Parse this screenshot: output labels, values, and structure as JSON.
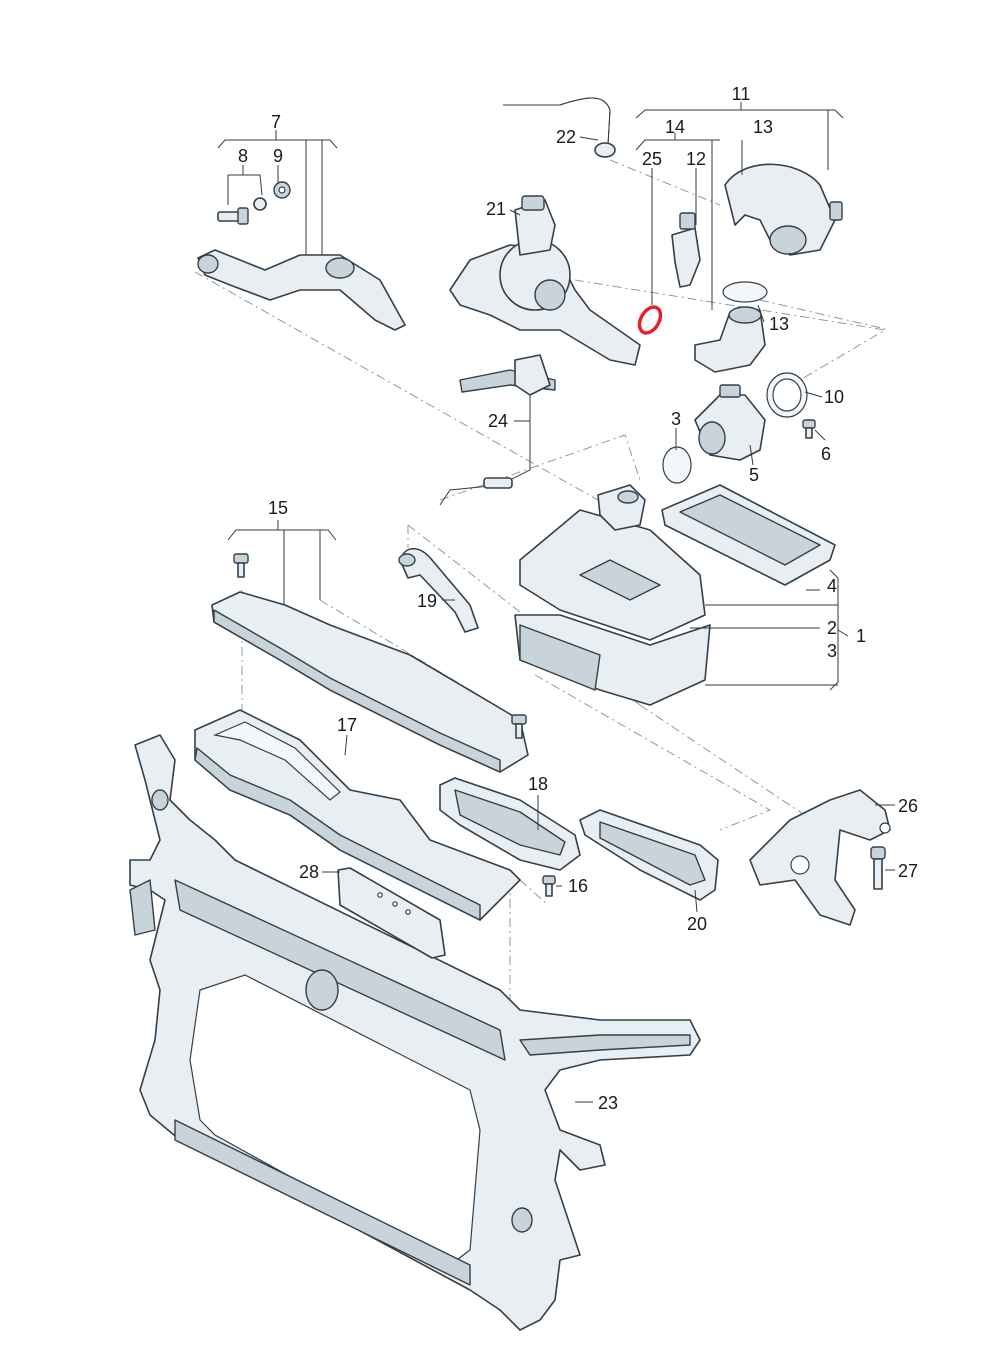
{
  "callouts": {
    "c1": "1",
    "c2": "2",
    "c3a": "3",
    "c3b": "3",
    "c4": "4",
    "c5": "5",
    "c6": "6",
    "c7": "7",
    "c8": "8",
    "c9": "9",
    "c10": "10",
    "c11": "11",
    "c12": "12",
    "c13a": "13",
    "c13b": "13",
    "c14": "14",
    "c15": "15",
    "c16": "16",
    "c17": "17",
    "c18": "18",
    "c19": "19",
    "c20": "20",
    "c21": "21",
    "c22": "22",
    "c23": "23",
    "c24": "24",
    "c25": "25",
    "c26": "26",
    "c27": "27",
    "c28": "28"
  },
  "colors": {
    "part_fill": "#e9eef2",
    "outline": "#33404a",
    "highlight_seal": "#e5222a"
  }
}
